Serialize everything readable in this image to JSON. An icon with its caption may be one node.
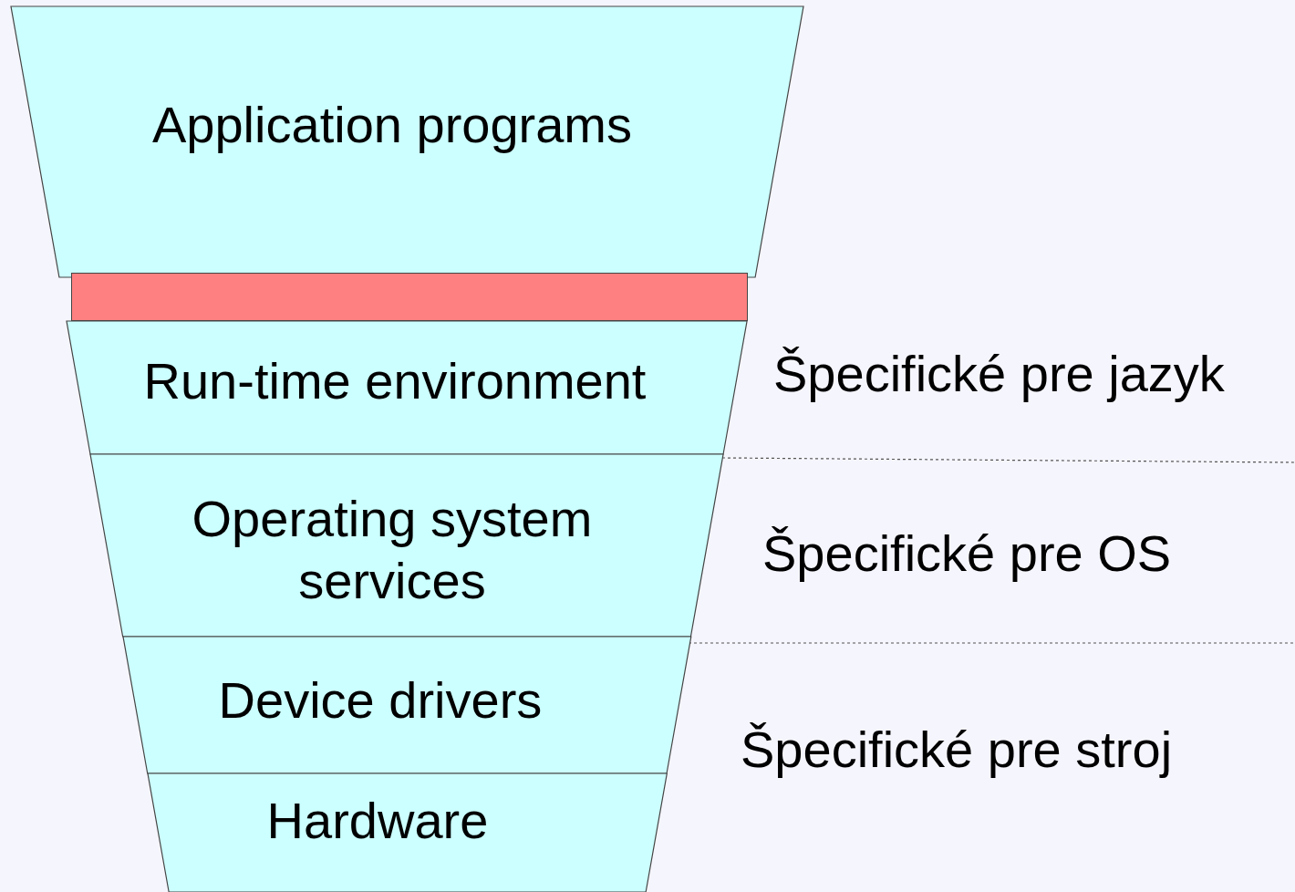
{
  "diagram": {
    "nodes": [
      {
        "text": [
          "Application programs"
        ]
      },
      {
        "text": [],
        "shape": "bar"
      },
      {
        "text": [
          "Run-time environment"
        ]
      },
      {
        "text": [
          "Operating system services"
        ]
      },
      {
        "text": [
          "Device drivers"
        ]
      },
      {
        "text": [
          "Hardware"
        ]
      }
    ],
    "edges": [],
    "labels": [
      "Špecifické pre jazyk",
      "Špecifické pre OS",
      "Špecifické pre stroj"
    ]
  }
}
